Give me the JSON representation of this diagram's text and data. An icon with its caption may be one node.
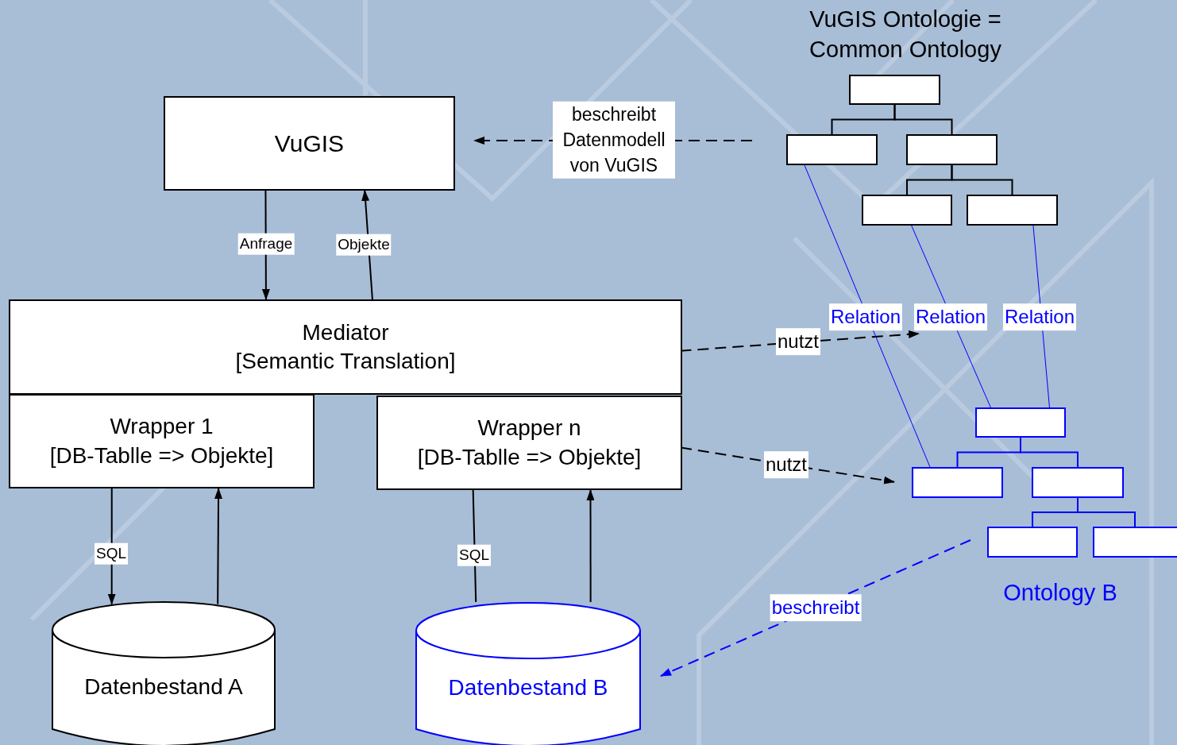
{
  "diagram": {
    "nodes": [
      {
        "text": [
          "VuGIS"
        ]
      },
      {
        "text": [
          "Mediator",
          "[Semantic Translation]"
        ]
      },
      {
        "text": [
          "Wrapper 1",
          "[DB-Tablle => Objekte]"
        ]
      },
      {
        "text": [
          "Wrapper n",
          "[DB-Tablle => Objekte]"
        ]
      },
      {
        "text": [
          "Datenbestand A"
        ]
      },
      {
        "text": [
          "Datenbestand B"
        ]
      },
      {
        "text": [],
        "shape": "box"
      },
      {
        "text": [],
        "shape": "box"
      },
      {
        "text": [],
        "shape": "box"
      },
      {
        "text": [],
        "shape": "box"
      },
      {
        "text": [],
        "shape": "box"
      },
      {
        "text": [],
        "shape": "box"
      },
      {
        "text": [],
        "shape": "box"
      },
      {
        "text": [],
        "shape": "box"
      },
      {
        "text": [],
        "shape": "box"
      },
      {
        "text": [],
        "shape": "box"
      }
    ],
    "edges": [
      {
        "from": null,
        "to": 0,
        "arrow": "to",
        "label": "beschreibt Datenmodell von VuGIS",
        "style": "dashed"
      },
      {
        "from": 0,
        "to": 1,
        "arrow": "to",
        "label": "Anfrage"
      },
      {
        "from": 1,
        "to": 0,
        "arrow": "to",
        "label": "Objekte"
      },
      {
        "from": 2,
        "to": 4,
        "arrow": "to",
        "label": "SQL"
      },
      {
        "from": 4,
        "to": 2,
        "arrow": "to"
      },
      {
        "from": 3,
        "to": 5,
        "arrow": "none",
        "label": "SQL"
      },
      {
        "from": 5,
        "to": 3,
        "arrow": "to"
      },
      {
        "from": 1,
        "to": null,
        "arrow": "to",
        "label": "nutzt",
        "style": "dashed"
      },
      {
        "from": 3,
        "to": 12,
        "arrow": "to",
        "label": "nutzt",
        "style": "dashed"
      },
      {
        "from": null,
        "to": 5,
        "arrow": "to",
        "label": "beschreibt",
        "style": "dashed",
        "color": "#0000ff"
      },
      {
        "from": 6,
        "to": 7,
        "arrow": "none"
      },
      {
        "from": 6,
        "to": 8,
        "arrow": "none"
      },
      {
        "from": 8,
        "to": 9,
        "arrow": "none"
      },
      {
        "from": 8,
        "to": 10,
        "arrow": "none"
      },
      {
        "from": 11,
        "to": 12,
        "arrow": "none",
        "color": "#0000ff"
      },
      {
        "from": 11,
        "to": 13,
        "arrow": "none",
        "color": "#0000ff"
      },
      {
        "from": 13,
        "to": 14,
        "arrow": "none",
        "color": "#0000ff"
      },
      {
        "from": 13,
        "to": 15,
        "arrow": "none",
        "color": "#0000ff"
      },
      {
        "from": 7,
        "to": 12,
        "arrow": "none",
        "label": "Relation",
        "color": "#0000ff"
      },
      {
        "from": 9,
        "to": 11,
        "arrow": "none",
        "label": "Relation",
        "color": "#0000ff"
      },
      {
        "from": 10,
        "to": 11,
        "arrow": "none",
        "label": "Relation",
        "color": "#0000ff"
      }
    ],
    "labels": [
      "VuGIS Ontologie = Common Ontology",
      "Ontology B"
    ]
  }
}
